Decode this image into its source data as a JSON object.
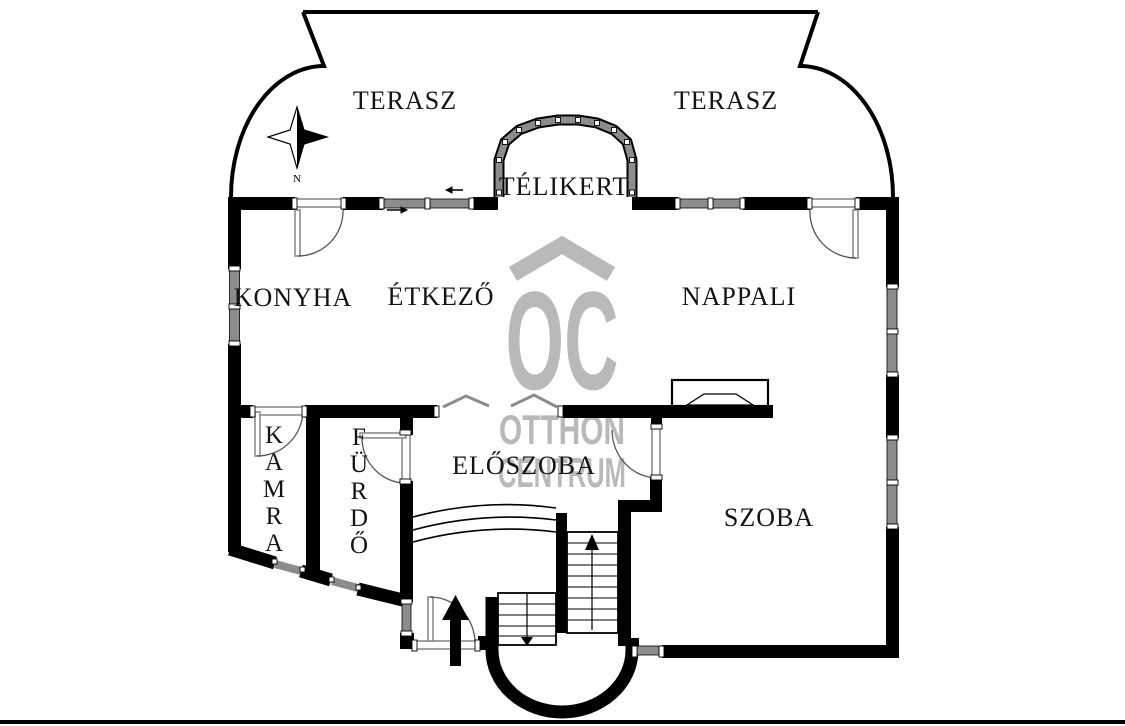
{
  "plan": {
    "rooms": {
      "terasz_left": {
        "label": "TERASZ"
      },
      "terasz_right": {
        "label": "TERASZ"
      },
      "telikert": {
        "label": "TÉLIKERT"
      },
      "konyha": {
        "label": "KONYHA"
      },
      "etkezo": {
        "label": "ÉTKEZŐ"
      },
      "nappali": {
        "label": "NAPPALI"
      },
      "kamra": {
        "label": "KAMRA"
      },
      "furdo": {
        "label": "FÜRDŐ"
      },
      "eloszoba": {
        "label": "ELŐSZOBA"
      },
      "szoba": {
        "label": "SZOBA"
      }
    },
    "compass": {
      "north": "N"
    },
    "watermark": {
      "logo_text": "OC",
      "line1": "OTTHON",
      "line2": "CENTRUM"
    },
    "colors": {
      "wall": "#000000",
      "window_gray": "#8c8c8c",
      "watermark_gray": "#b9b9b9",
      "background": "#ffffff",
      "text": "#141414"
    }
  }
}
